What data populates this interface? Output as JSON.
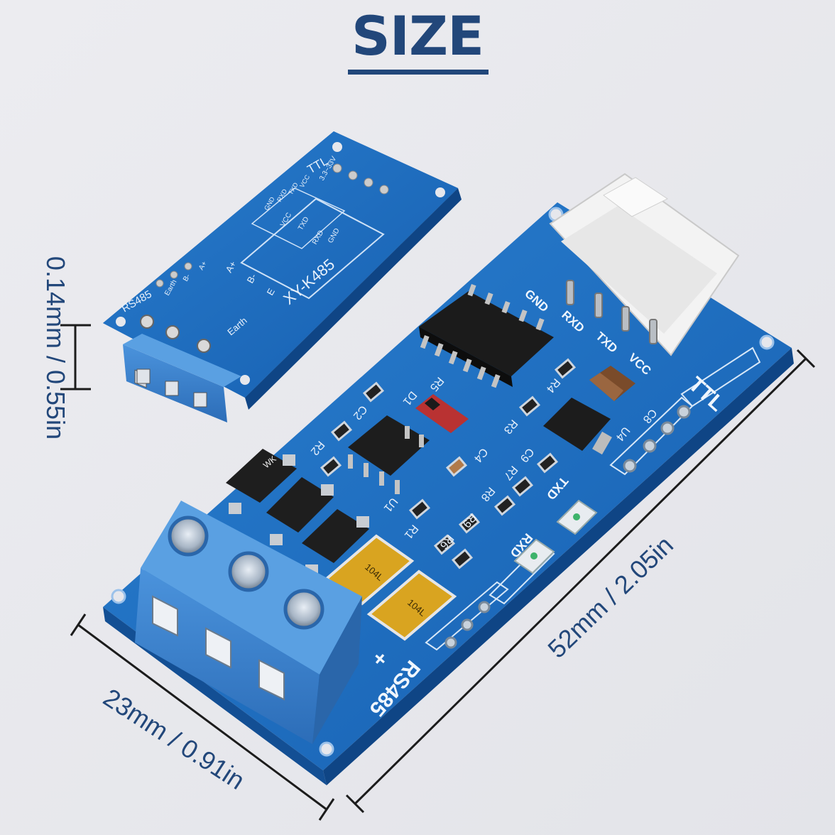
{
  "title": "SIZE",
  "dimensions": {
    "thickness": "0.14mm / 0.55in",
    "width": "23mm / 0.91in",
    "length": "52mm / 2.05in"
  },
  "small_board": {
    "model": "XY-K485",
    "ttl": "TTL",
    "rs485": "RS485",
    "pins_ttl": [
      "GND",
      "RXD",
      "TXD",
      "VCC"
    ],
    "pins_485": [
      "Earth",
      "B-",
      "A+"
    ],
    "voltage": "3.3~33V",
    "labels_inner": [
      "VCC",
      "TXD",
      "RXD",
      "GND",
      "A+",
      "B-",
      "E",
      "Earth"
    ]
  },
  "large_board": {
    "ttl": "TTL",
    "rs485": "RS485",
    "pins_ttl": [
      "GND",
      "RXD",
      "TXD",
      "VCC"
    ],
    "led_labels": [
      "TXD",
      "RXD"
    ],
    "component_labels": [
      "R5",
      "D1",
      "R4",
      "R3",
      "C8",
      "U4",
      "C2",
      "R2",
      "C4",
      "C9",
      "R7",
      "R8",
      "R9",
      "R1",
      "R6",
      "U1"
    ],
    "cap_marking": "104L",
    "diode_marking": "WK",
    "plus_mark": "+"
  },
  "colors": {
    "accent": "#22477a",
    "pcb": "#1e6fc0",
    "terminal": "#3c84cf",
    "background": "#e6e7ec"
  }
}
